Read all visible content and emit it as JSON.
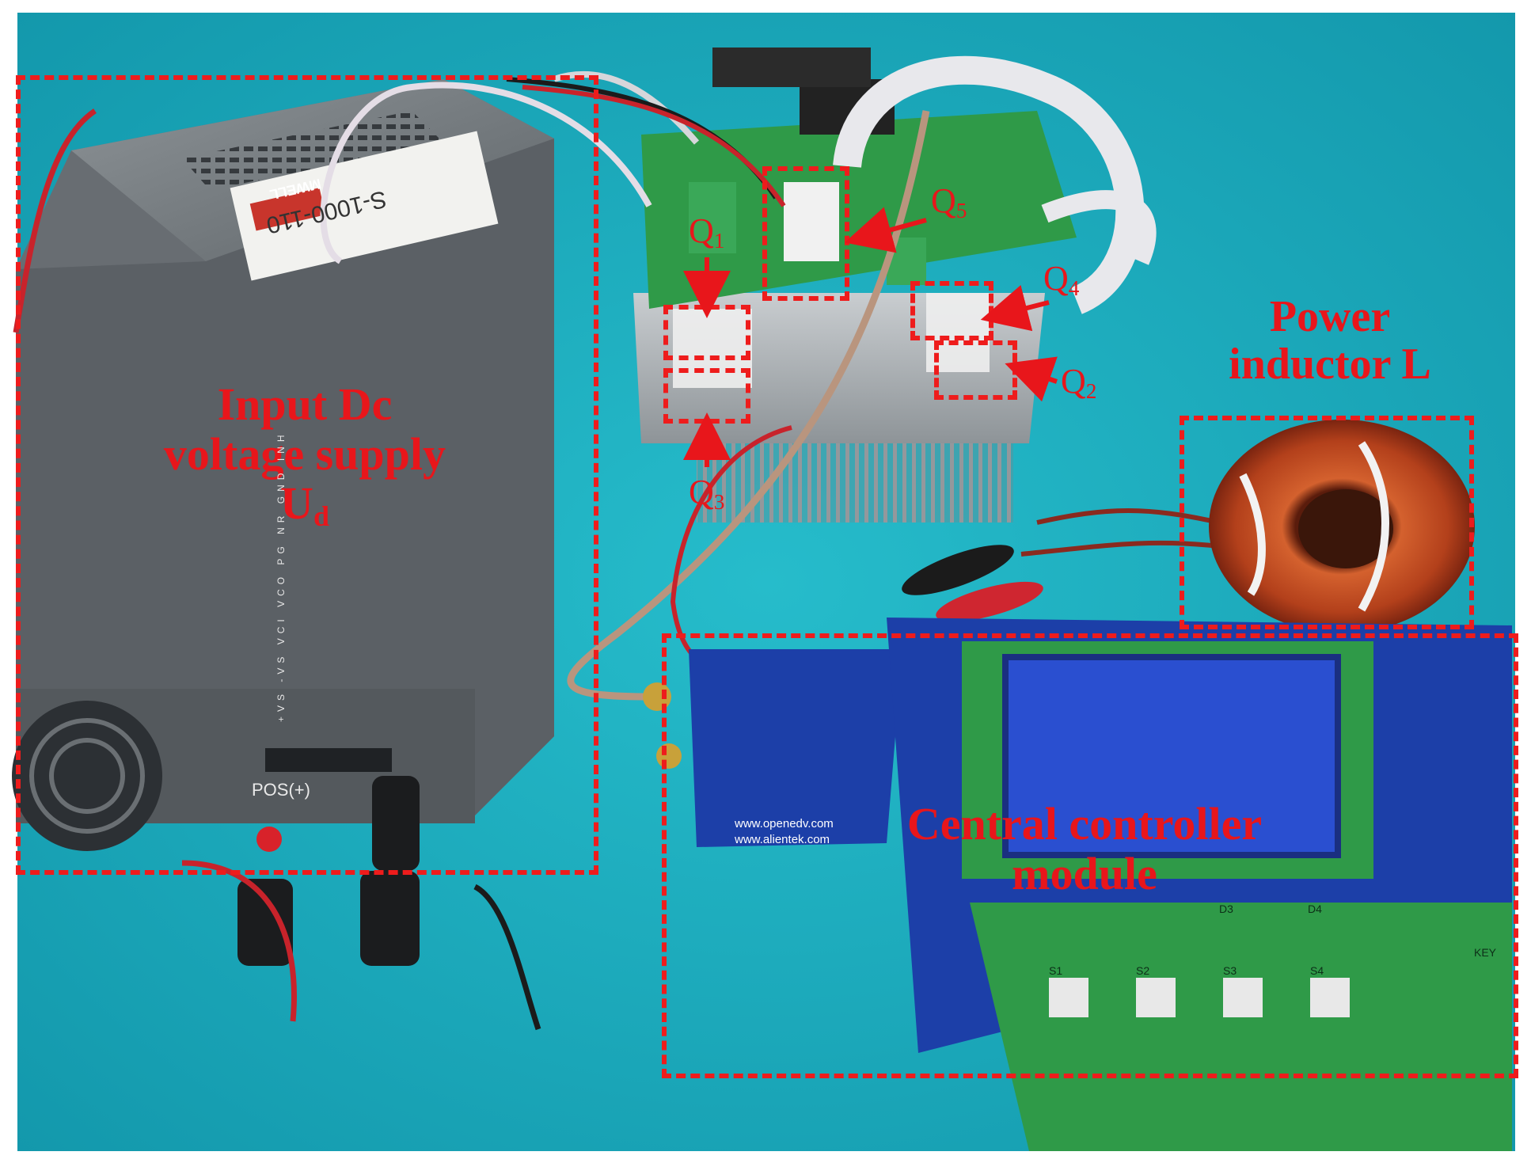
{
  "labels": {
    "input_supply": {
      "line1": "Input Dc",
      "line2": "voltage supply",
      "line3_main": "U",
      "line3_sub": "d"
    },
    "power_inductor": {
      "line1": "Power",
      "line2": "inductor L"
    },
    "central_controller": {
      "line1": "Central controller",
      "line2": "module"
    },
    "q1": {
      "main": "Q",
      "sub": "1"
    },
    "q2": {
      "main": "Q",
      "sub": "2"
    },
    "q3": {
      "main": "Q",
      "sub": "3"
    },
    "q4": {
      "main": "Q",
      "sub": "4"
    },
    "q5": {
      "main": "Q",
      "sub": "5"
    }
  },
  "device_text": {
    "psu_brand": "MWELL",
    "psu_model": "S-1000-110",
    "psu_terminal_pos": "POS(+)",
    "psu_terminals": [
      "+VS",
      "-VS",
      "VCI",
      "VCO",
      "PG",
      "NR",
      "GND",
      "INH"
    ],
    "controller_url1": "www.openedv.com",
    "controller_url2": "www.alientek.com",
    "button_labels": [
      "S1",
      "S2",
      "S3",
      "S4"
    ],
    "led_labels": [
      "D3",
      "D4"
    ],
    "key_label": "KEY"
  },
  "colors": {
    "annotation_red": "#e8161b",
    "table_cyan": "#1cb3c4",
    "psu_gray": "#6f7479",
    "pcb_green": "#2f9a48",
    "pcb_blue": "#1c3fa8",
    "lcd_blue": "#2a4fd0",
    "copper": "#c2461c"
  }
}
